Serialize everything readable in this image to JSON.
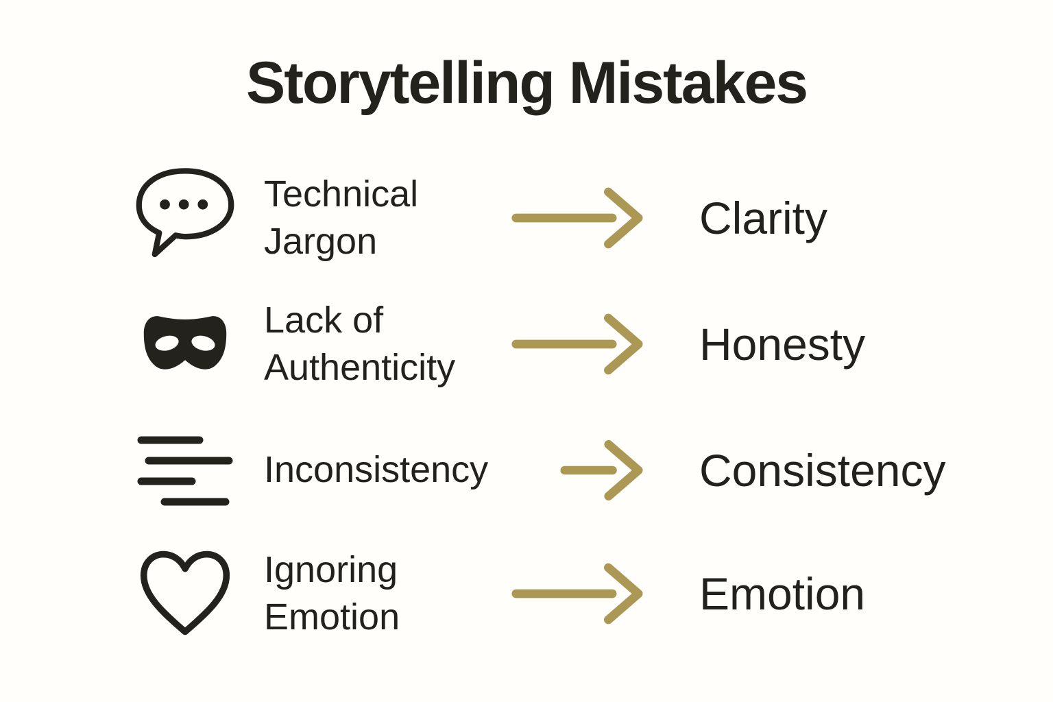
{
  "title": "Storytelling Mistakes",
  "colors": {
    "background": "#fffefb",
    "text": "#22211d",
    "arrow": "#ab9854"
  },
  "rows": [
    {
      "icon": "speech-bubble-icon",
      "mistake": "Technical\nJargon",
      "result": "Clarity"
    },
    {
      "icon": "mask-icon",
      "mistake": "Lack of\nAuthenticity",
      "result": "Honesty"
    },
    {
      "icon": "misaligned-lines-icon",
      "mistake": "Inconsistency",
      "result": "Consistency"
    },
    {
      "icon": "heart-icon",
      "mistake": "Ignoring\nEmotion",
      "result": "Emotion"
    }
  ]
}
